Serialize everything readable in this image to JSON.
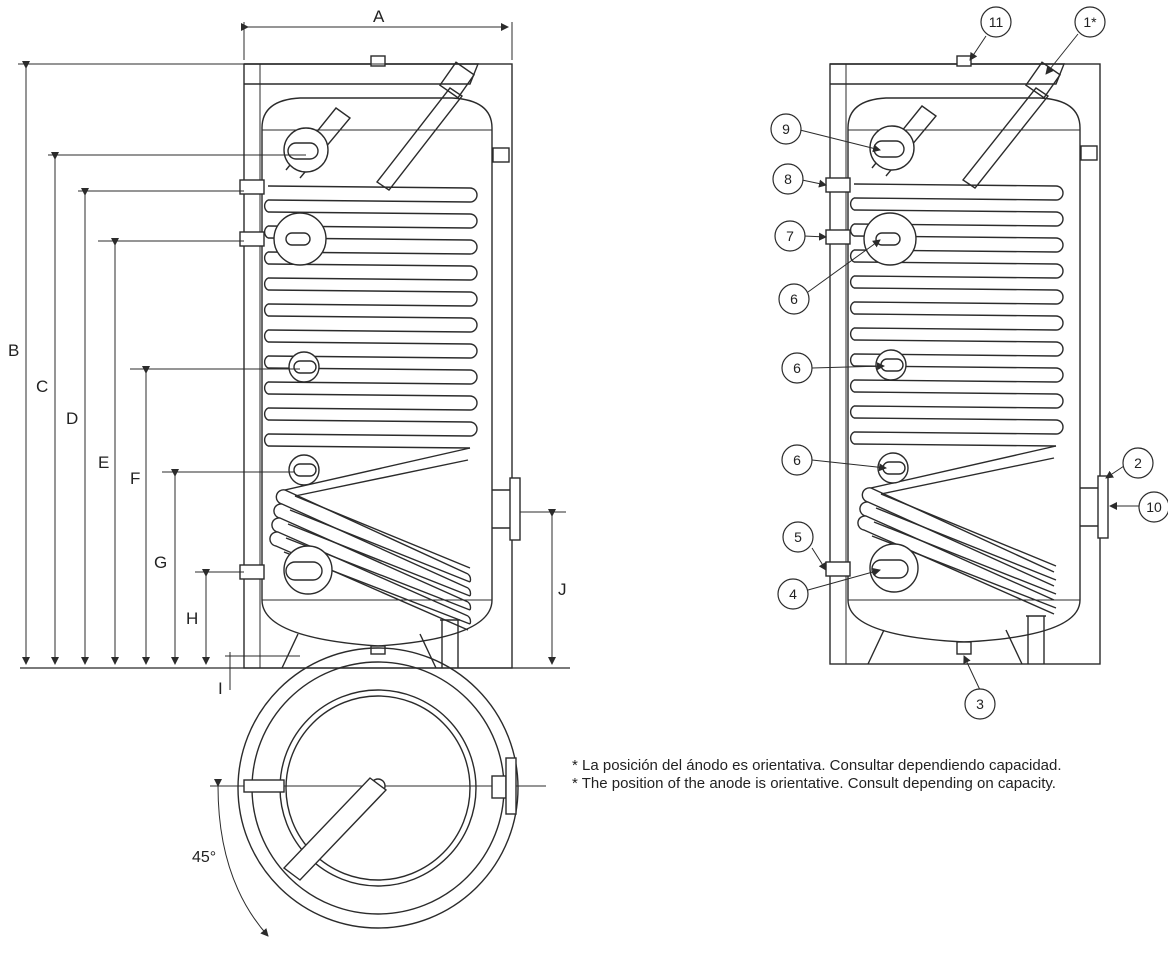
{
  "dimensions": {
    "a": "A",
    "b": "B",
    "c": "C",
    "d": "D",
    "e": "E",
    "f": "F",
    "g": "G",
    "h": "H",
    "i": "I",
    "j": "J"
  },
  "callouts": {
    "c11": "11",
    "c1": "1*",
    "c9": "9",
    "c8": "8",
    "c7": "7",
    "c6a": "6",
    "c6b": "6",
    "c6c": "6",
    "c5": "5",
    "c4": "4",
    "c3": "3",
    "c2": "2",
    "c10": "10"
  },
  "notes": {
    "spanish": "* La posición del ánodo es orientativa. Consultar dependiendo capacidad.",
    "english": "* The position of the anode is orientative. Consult depending on capacity."
  },
  "angle_label": "45°",
  "colors": {
    "line": "#2b2b2b",
    "background": "#ffffff"
  }
}
